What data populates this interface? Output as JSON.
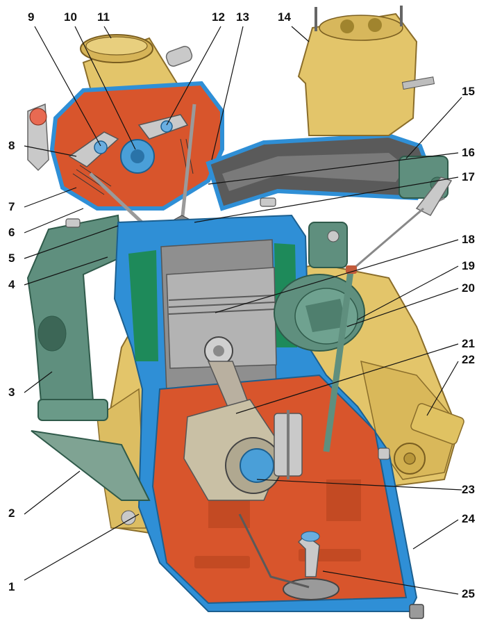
{
  "callouts": [
    {
      "id": "1",
      "text": "1"
    },
    {
      "id": "2",
      "text": "2"
    },
    {
      "id": "3",
      "text": "3"
    },
    {
      "id": "4",
      "text": "4"
    },
    {
      "id": "5",
      "text": "5"
    },
    {
      "id": "6",
      "text": "6"
    },
    {
      "id": "7",
      "text": "7"
    },
    {
      "id": "8",
      "text": "8"
    },
    {
      "id": "9",
      "text": "9"
    },
    {
      "id": "10",
      "text": "10"
    },
    {
      "id": "11",
      "text": "11"
    },
    {
      "id": "12",
      "text": "12"
    },
    {
      "id": "13",
      "text": "13"
    },
    {
      "id": "14",
      "text": "14"
    },
    {
      "id": "15",
      "text": "15"
    },
    {
      "id": "16",
      "text": "16"
    },
    {
      "id": "17",
      "text": "17"
    },
    {
      "id": "18",
      "text": "18"
    },
    {
      "id": "19",
      "text": "19"
    },
    {
      "id": "20",
      "text": "20"
    },
    {
      "id": "21",
      "text": "21"
    },
    {
      "id": "22",
      "text": "22"
    },
    {
      "id": "23",
      "text": "23"
    },
    {
      "id": "24",
      "text": "24"
    },
    {
      "id": "25",
      "text": "25"
    }
  ],
  "colors": {
    "block_yellow": "#e3c56a",
    "block_outline": "#2f8fd6",
    "sump_red": "#d8552c",
    "manifold_green": "#5f8f7e",
    "piston_grey": "#a9a9a9",
    "water_green": "#1e8a5a"
  }
}
